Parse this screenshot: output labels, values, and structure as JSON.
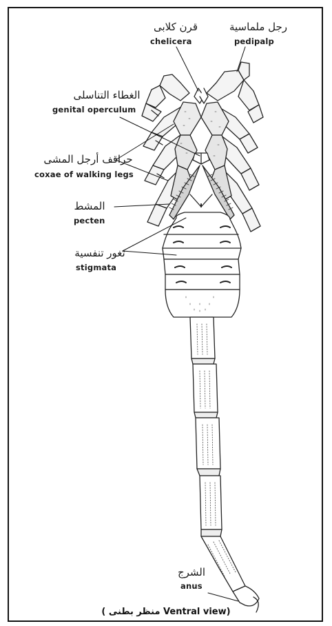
{
  "labels": {
    "chelicera": {
      "ar": "قرن كلابى",
      "en": "chelicera"
    },
    "pedipalp": {
      "ar": "رجل ملماسية",
      "en": "pedipalp"
    },
    "genital_operculum": {
      "ar": "الغطاء التناسلى",
      "en": "genital operculum"
    },
    "coxae": {
      "ar": "حراقف أرجل المشى",
      "en": "coxae of walking legs"
    },
    "pecten": {
      "ar": "المشط",
      "en": "pecten"
    },
    "stigmata": {
      "ar": "ثغور تنفسية",
      "en": "stigmata"
    },
    "anus": {
      "ar": "الشرج",
      "en": "anus"
    }
  },
  "caption": "( منظر بطنى Ventral view)"
}
